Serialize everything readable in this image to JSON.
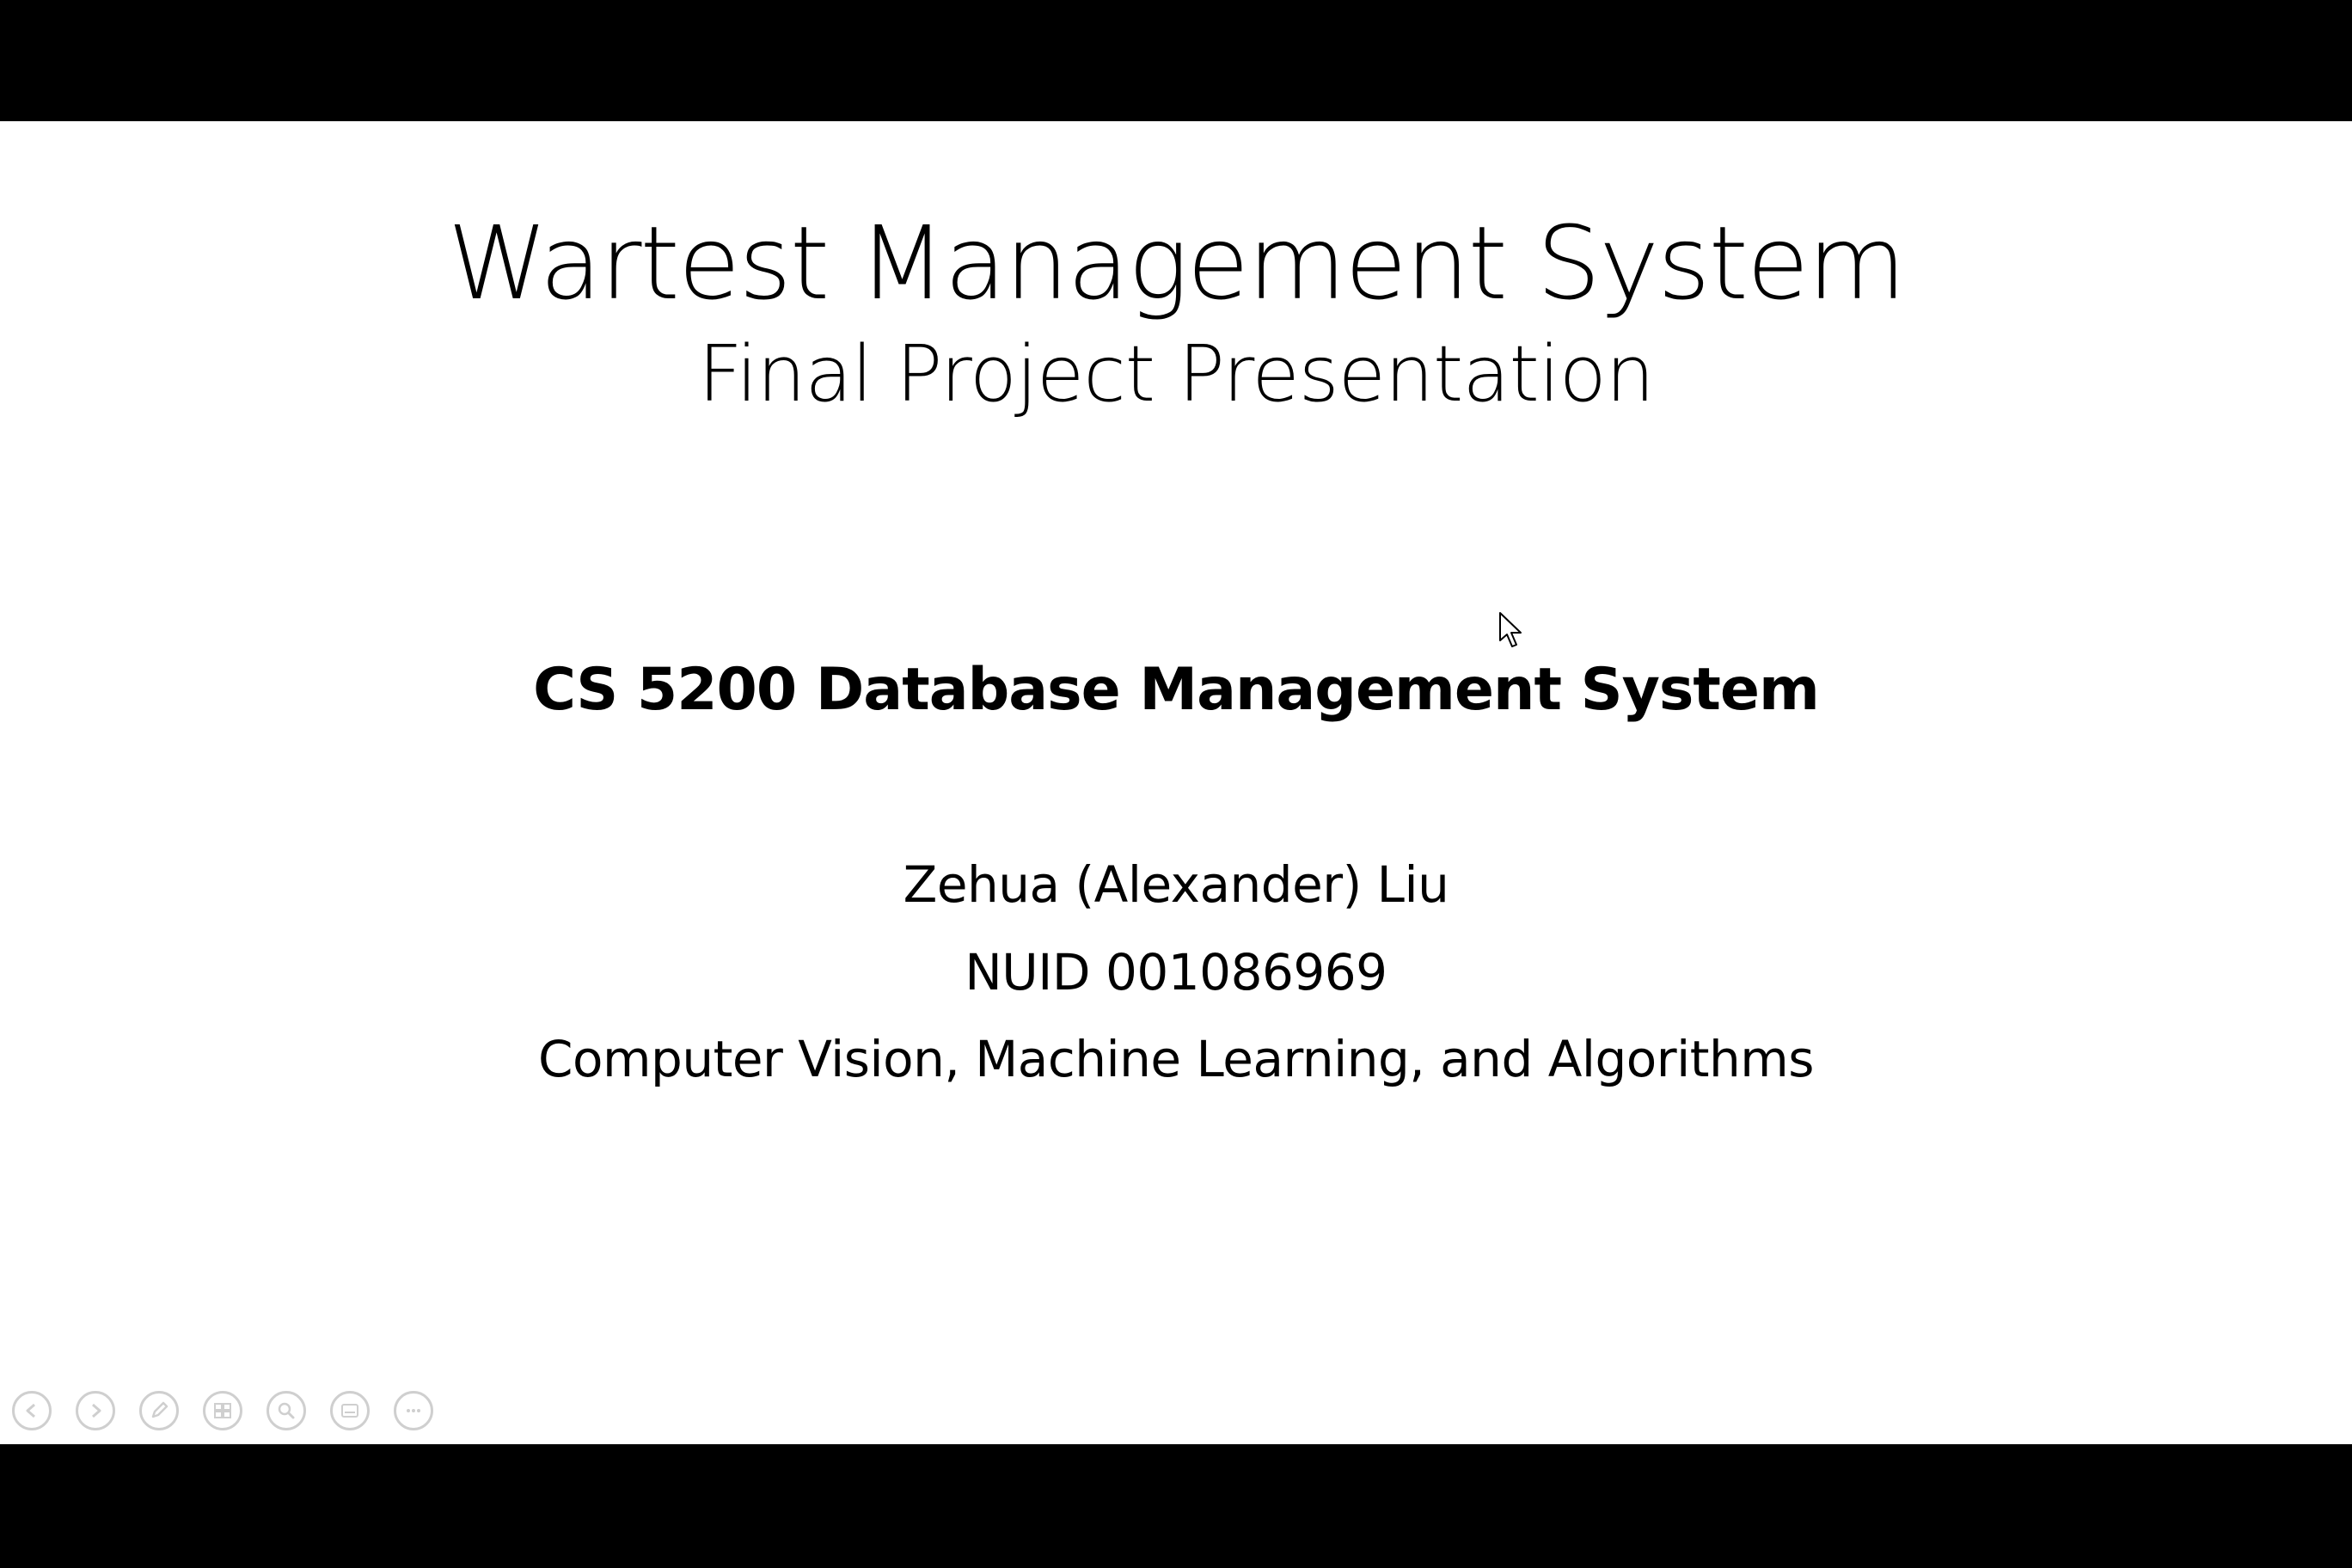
{
  "slide": {
    "title": "Wartest Management System",
    "subtitle": "Final Project Presentation",
    "course": "CS 5200 Database Management System",
    "author": "Zehua (Alexander) Liu",
    "nuid": "NUID 001086969",
    "field": "Computer Vision, Machine Learning, and Algorithms"
  },
  "toolbar": {
    "icons": [
      "previous-slide-icon",
      "next-slide-icon",
      "pen-icon",
      "see-all-slides-icon",
      "zoom-icon",
      "subtitles-icon",
      "more-options-icon"
    ]
  },
  "colors": {
    "background": "#000000",
    "slide": "#ffffff",
    "text": "#000000",
    "toolbar_icon": "#cfcfcf"
  }
}
